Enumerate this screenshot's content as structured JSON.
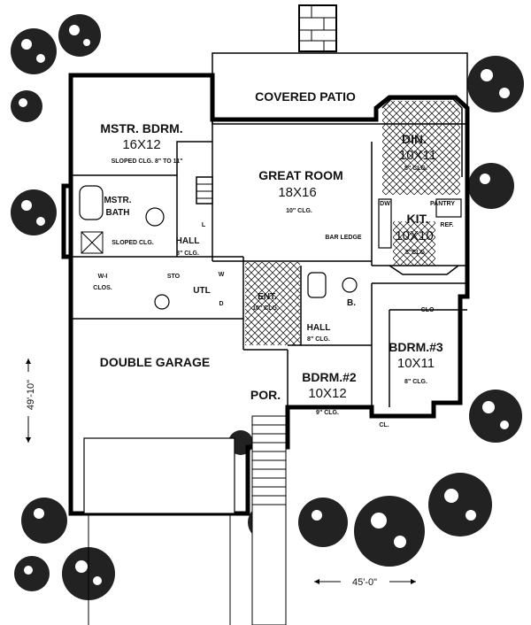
{
  "rooms": {
    "covered_patio": "COVERED PATIO",
    "mstr_bdrm": "MSTR. BDRM.",
    "mstr_bdrm_size": "16X12",
    "mstr_bdrm_ceiling": "SLOPED CLG. 8\" TO 11\"",
    "great_room": "GREAT ROOM",
    "great_room_size": "18X16",
    "great_room_ceiling": "10\" CLG.",
    "din": "DIN.",
    "din_size": "10X11",
    "din_ceiling": "8\" CLG.",
    "mstr_bath_1": "MSTR.",
    "mstr_bath_2": "BATH",
    "mstr_bath_ceiling": "SLOPED CLG.",
    "pantry": "PANTRY",
    "dw": "DW",
    "kit": "KIT.",
    "kit_size": "10X10",
    "kit_ceiling": "8\"CLG.",
    "ref": "REF.",
    "l": "L",
    "hall_1": "HALL",
    "hall_1_ceiling": "8\" CLG.",
    "bar_ledge": "BAR LEDGE",
    "wi_clos_1": "W-I",
    "wi_clos_2": "CLOS.",
    "sto": "STO",
    "utl": "UTL",
    "w": "W",
    "d": "D",
    "ent": "ENT.",
    "ent_ceiling": "10\" CLG.",
    "b": "B.",
    "clo": "CLO",
    "hall_2": "HALL",
    "hall_2_ceiling": "8\" CLG.",
    "bdrm3": "BDRM.#3",
    "bdrm3_size": "10X11",
    "bdrm3_ceiling": "8\" CLG.",
    "double_garage": "DOUBLE GARAGE",
    "bdrm2": "BDRM.#2",
    "bdrm2_size": "10X12",
    "bdrm2_ceiling": "9\" CLG.",
    "por": "POR.",
    "cl": "CL."
  },
  "dimensions": {
    "depth": "49'-10\"",
    "width": "45'-0\""
  }
}
